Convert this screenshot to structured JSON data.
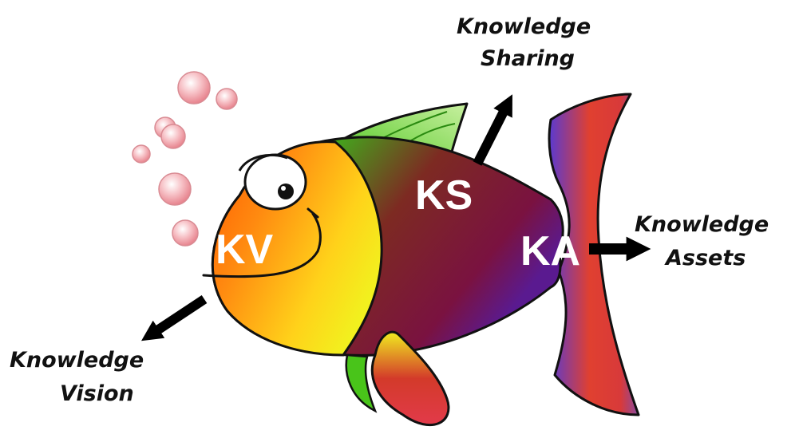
{
  "labels": {
    "vision": [
      "Knowledge",
      "Vision"
    ],
    "sharing": [
      "Knowledge",
      "Sharing"
    ],
    "assets": [
      "Knowledge",
      "Assets"
    ]
  },
  "fish_text": {
    "kv": "KV",
    "ks": "KS",
    "ka": "KA"
  },
  "colors": {
    "outline": "#111111",
    "head_orange": "#ff6a00",
    "head_yellow": "#f4e61c",
    "body_green": "#3cc01a",
    "body_maroon": "#8a1a2a",
    "tail_purple": "#6a2aa0",
    "tail_red": "#e23a3a",
    "bubble": "#f3a0a8",
    "arrow": "#000000"
  }
}
